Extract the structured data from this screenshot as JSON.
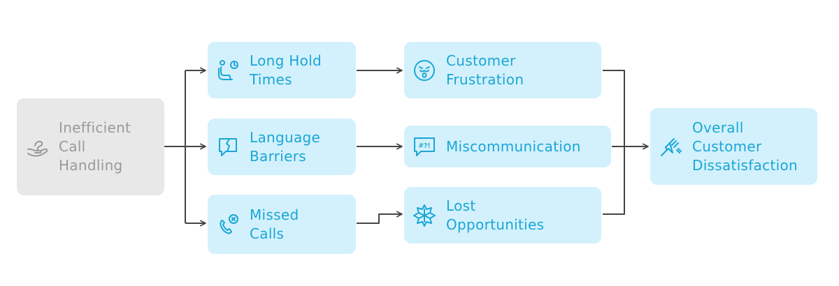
{
  "diagram": {
    "colors": {
      "box_blue": "#d3f1fc",
      "text_blue": "#1aa6d6",
      "box_gray": "#e8e8e8",
      "text_gray": "#9a9a9a",
      "connector": "#444444"
    },
    "nodes": {
      "source": {
        "label": "Inefficient\nCall\nHandling",
        "icon": "hand-icon"
      },
      "long_hold": {
        "label": "Long Hold\nTimes",
        "icon": "waiting-clock-icon"
      },
      "language": {
        "label": "Language\nBarriers",
        "icon": "broken-speech-bubble-icon"
      },
      "missed": {
        "label": "Missed\nCalls",
        "icon": "missed-call-icon"
      },
      "frustration": {
        "label": "Customer\nFrustration",
        "icon": "frustrated-face-icon"
      },
      "miscomm": {
        "label": "Miscommunication",
        "icon": "symbols-speech-bubble-icon"
      },
      "lost": {
        "label": "Lost\nOpportunities",
        "icon": "shattered-icon"
      },
      "overall": {
        "label": "Overall\nCustomer\nDissatisfaction",
        "icon": "broken-fork-icon"
      }
    }
  }
}
